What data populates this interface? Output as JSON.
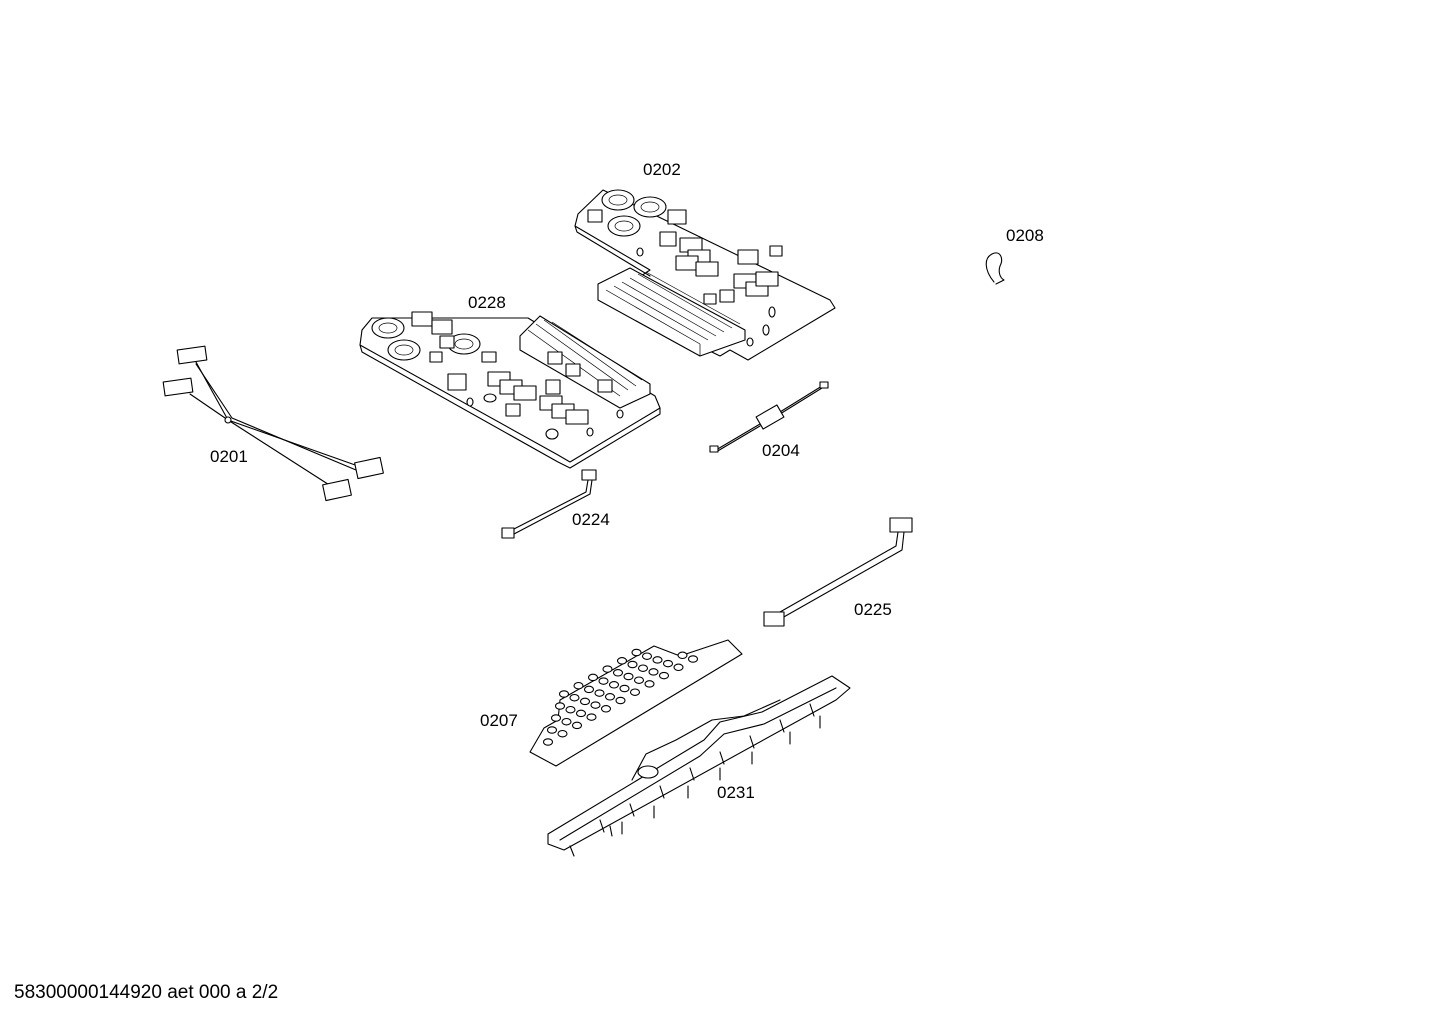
{
  "parts": [
    {
      "id": "board-0202",
      "label": "0202"
    },
    {
      "id": "clip-0208",
      "label": "0208"
    },
    {
      "id": "board-0228",
      "label": "0228"
    },
    {
      "id": "harness-0201",
      "label": "0201"
    },
    {
      "id": "cable-0204",
      "label": "0204"
    },
    {
      "id": "cable-0224",
      "label": "0224"
    },
    {
      "id": "cable-0225",
      "label": "0225"
    },
    {
      "id": "keypad-0207",
      "label": "0207"
    },
    {
      "id": "frame-0231",
      "label": "0231"
    }
  ],
  "footer": {
    "text": "58300000144920 aet 000 a 2/2"
  }
}
